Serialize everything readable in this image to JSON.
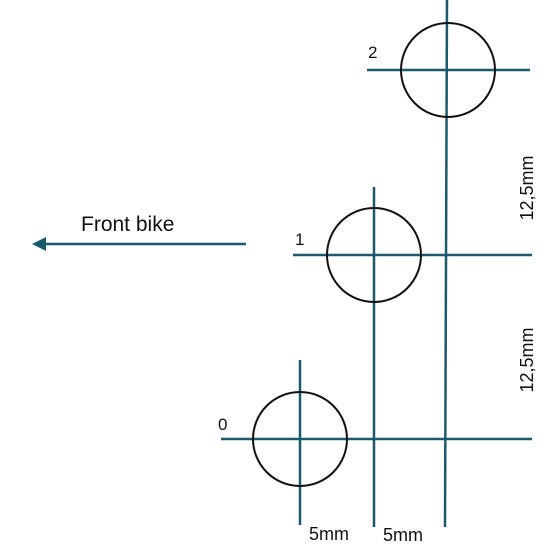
{
  "direction_label": "Front bike",
  "positions": [
    {
      "label": "0"
    },
    {
      "label": "1"
    },
    {
      "label": "2"
    }
  ],
  "dimensions": {
    "horizontal_left": "5mm",
    "horizontal_right": "5mm",
    "vertical_lower": "12,5mm",
    "vertical_upper": "12,5mm"
  },
  "colors": {
    "line": "#1b5a6b",
    "circle": "#111111",
    "text": "#111111"
  }
}
